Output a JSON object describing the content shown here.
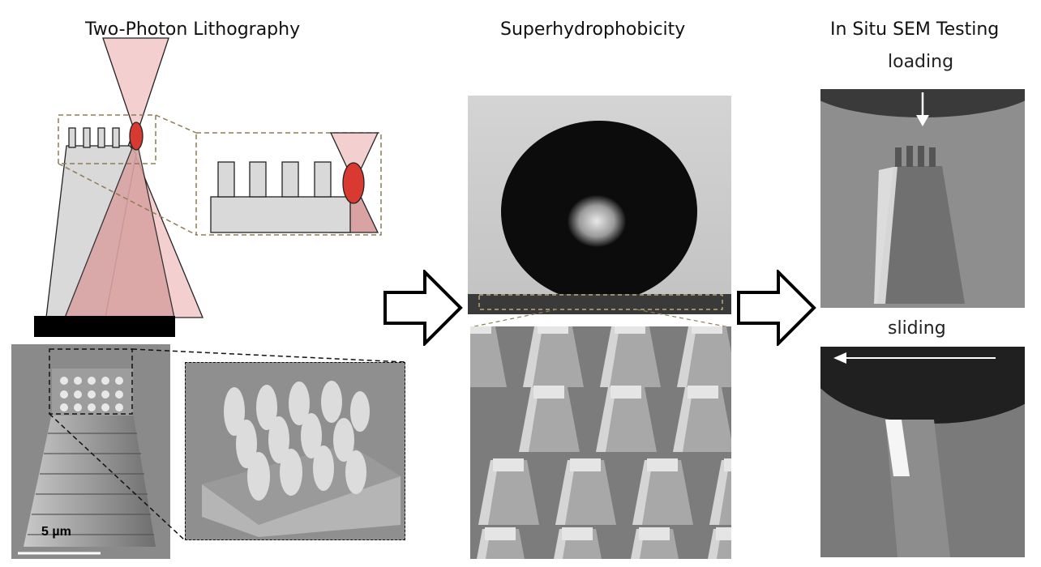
{
  "titles": {
    "lithography": "Two-Photon Lithography",
    "superhydrophobicity": "Superhydrophobicity",
    "sem_testing": "In Situ SEM Testing"
  },
  "labels": {
    "loading": "loading",
    "sliding": "sliding",
    "scale_bar": "5 µm"
  },
  "colors": {
    "beam_light": "#f3cfcf",
    "beam_dark": "#d9a3a3",
    "focus_spot": "#d83a32",
    "structure": "#d9d9d9",
    "dashed_box": "#8c7d55"
  }
}
